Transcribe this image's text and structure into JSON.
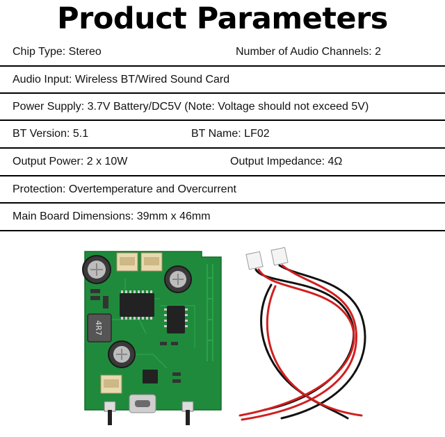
{
  "page_title": "Product Parameters",
  "rows": [
    {
      "left": "Chip Type: Stereo",
      "right": "Number of Audio Channels: 2"
    },
    {
      "left": "Audio Input: Wireless BT/Wired Sound Card"
    },
    {
      "left": "Power Supply: 3.7V Battery/DC5V (Note: Voltage should not exceed 5V)"
    },
    {
      "left": "BT Version: 5.1",
      "right": "BT Name: LF02"
    },
    {
      "left": "Output Power: 2 x 10W",
      "right": "Output Impedance: 4Ω"
    },
    {
      "left": "Protection: Overtemperature and Overcurrent"
    },
    {
      "left": "Main Board Dimensions: 39mm x 46mm"
    }
  ],
  "board": {
    "inductor_marking": "4R7",
    "colors": {
      "pcb": "#1f8a3c",
      "wire_red": "#d11f1f",
      "wire_black": "#111111"
    }
  }
}
